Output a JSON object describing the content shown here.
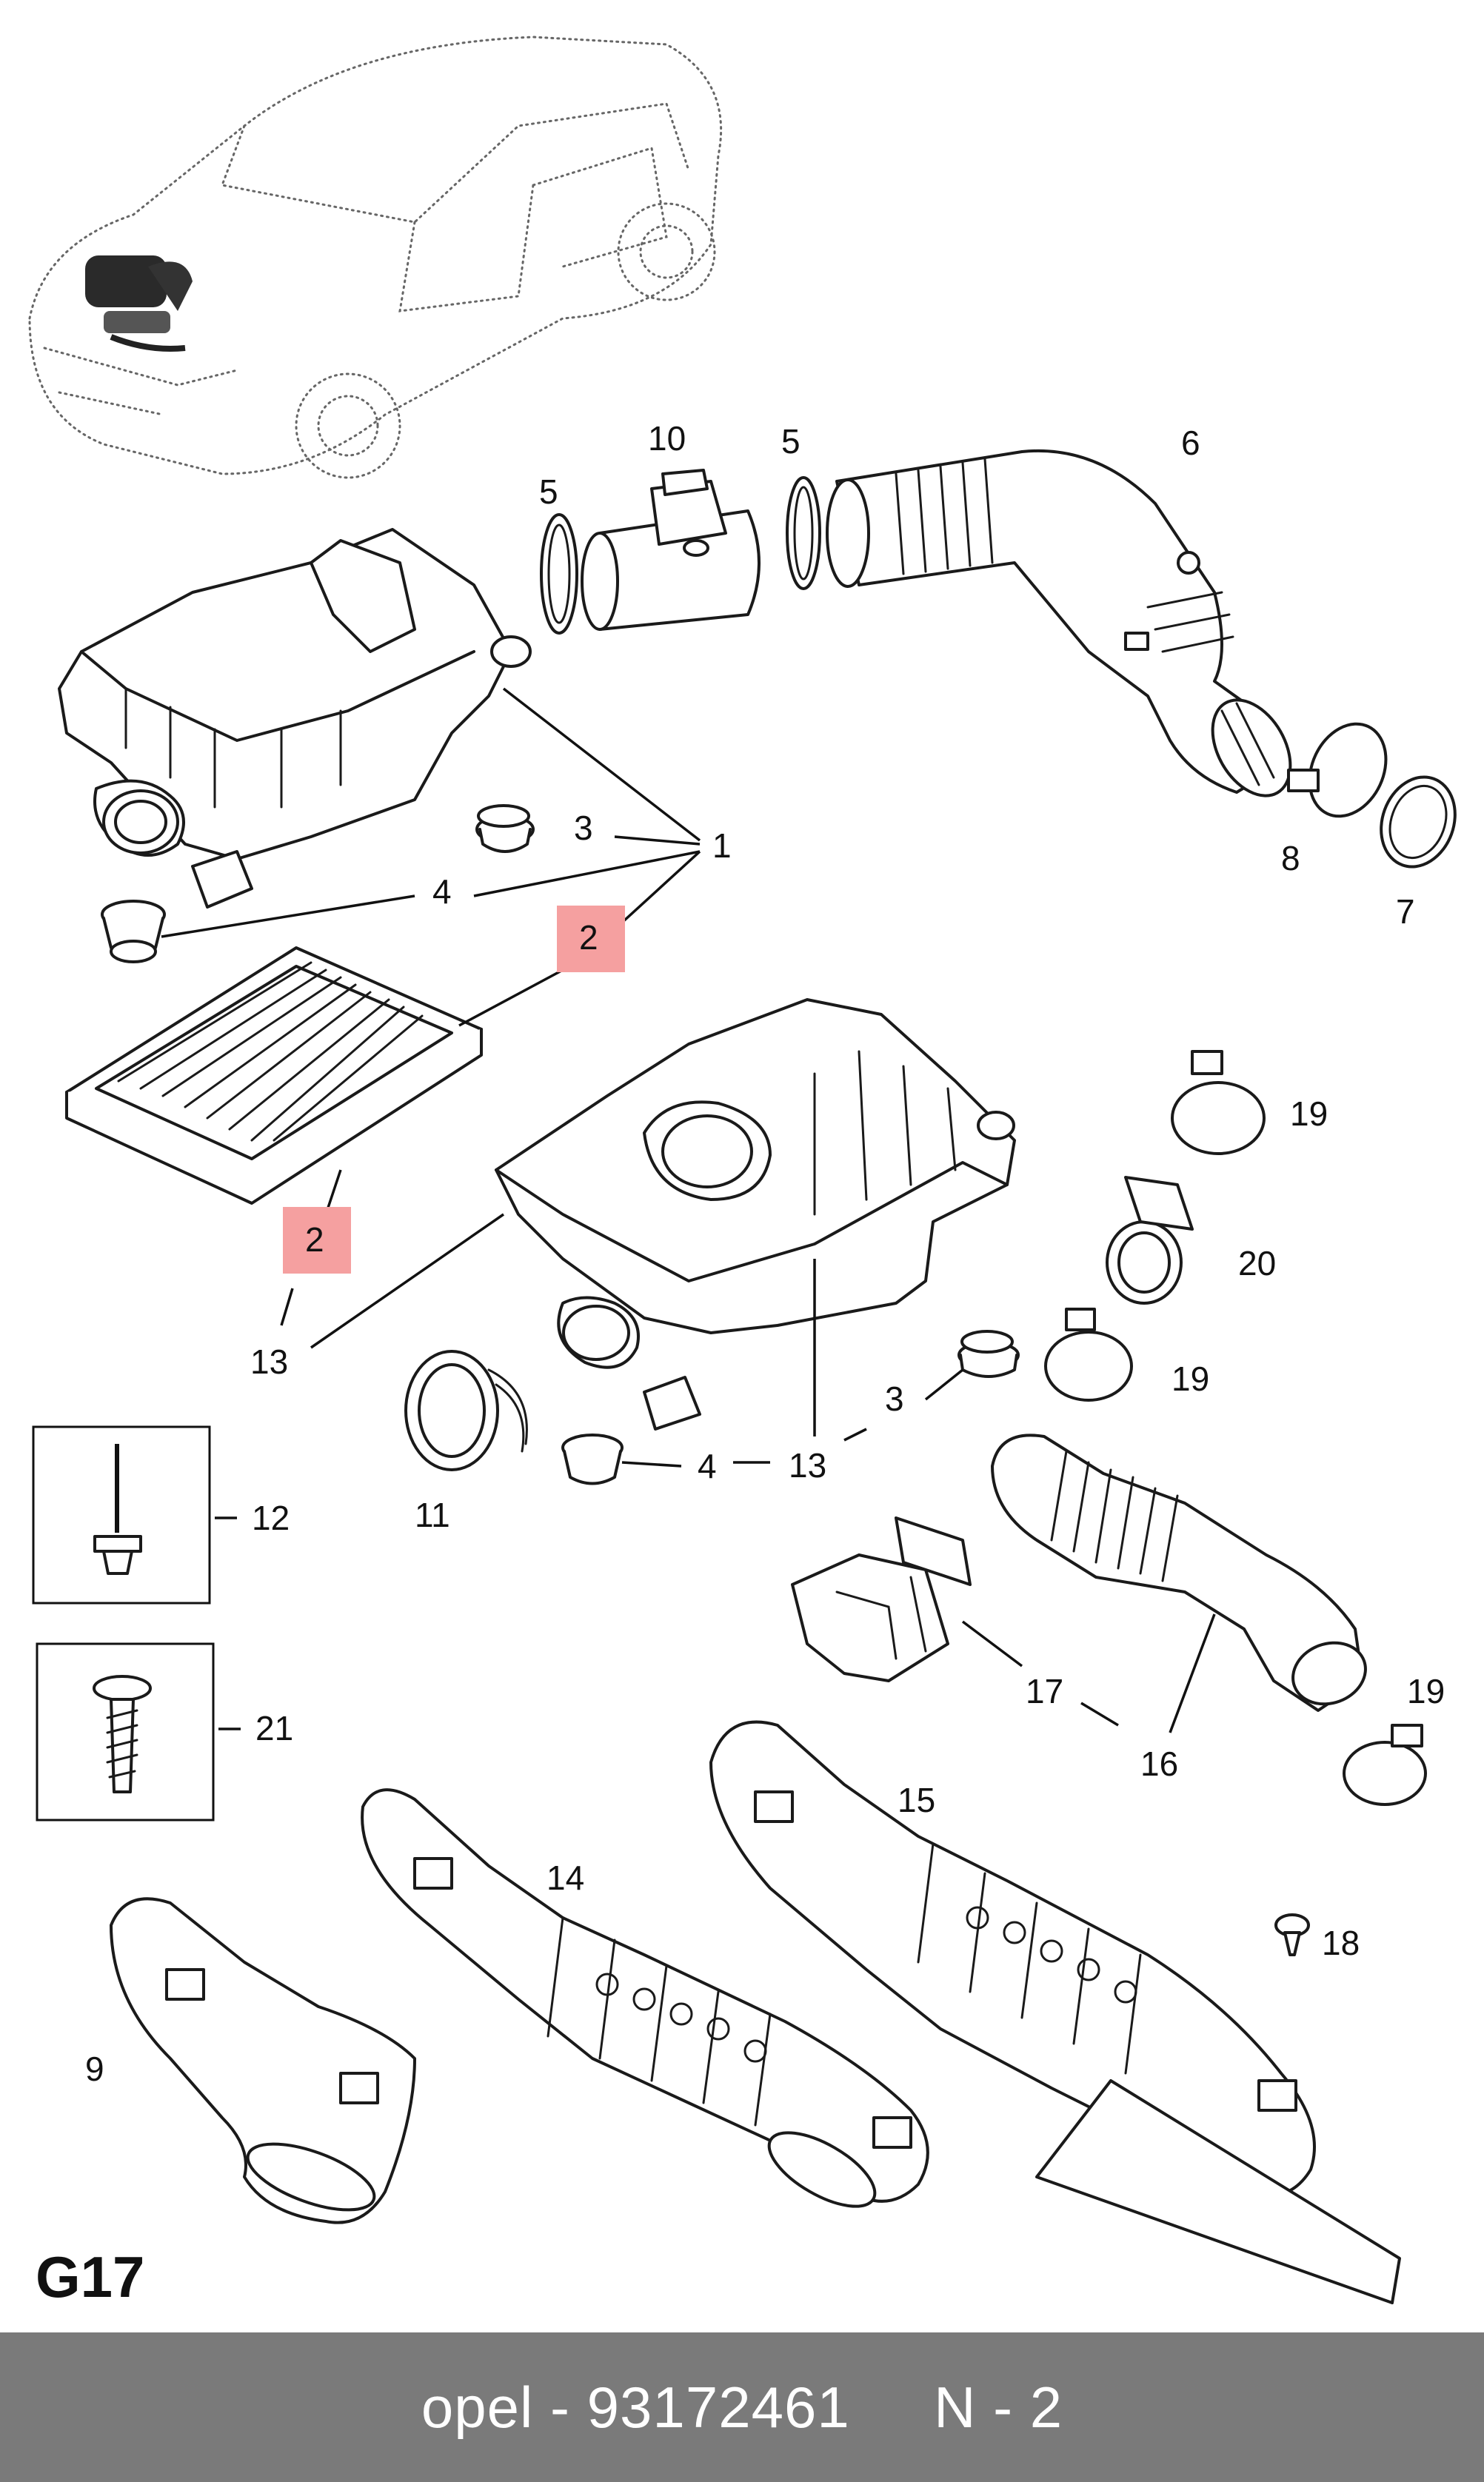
{
  "diagram": {
    "group_label": "G17",
    "highlight_color": "#f5a0a0",
    "callouts": {
      "c1": "1",
      "c2a": "2",
      "c2b": "2",
      "c3a": "3",
      "c3b": "3",
      "c4a": "4",
      "c4b": "4",
      "c5a": "5",
      "c5b": "5",
      "c6": "6",
      "c7": "7",
      "c8": "8",
      "c9": "9",
      "c10": "10",
      "c11": "11",
      "c12": "12",
      "c13a": "13",
      "c13b": "13",
      "c14": "14",
      "c15": "15",
      "c16": "16",
      "c17": "17",
      "c18": "18",
      "c19a": "19",
      "c19b": "19",
      "c19c": "19",
      "c20": "20",
      "c21": "21"
    }
  },
  "footer": {
    "text": "opel - 93172461     N - 2",
    "background": "#7a7a7a"
  }
}
